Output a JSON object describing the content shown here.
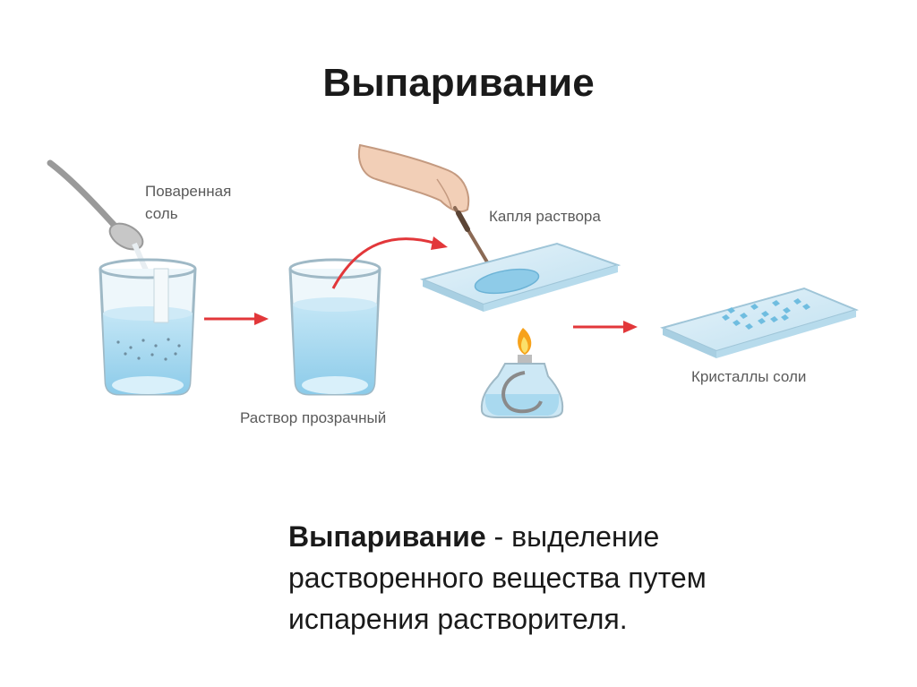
{
  "slide": {
    "title": "Выпаривание",
    "labels": {
      "salt_line1": "Поваренная",
      "salt_line2": "соль",
      "solution_clear": "Раствор прозрачный",
      "solution_drop": "Капля раствора",
      "salt_crystals": "Кристаллы соли"
    },
    "definition": {
      "term": "Выпаривание",
      "text": " - выделение растворенного вещества путем испарения растворителя."
    }
  },
  "colors": {
    "water": "#a9d9ef",
    "glass": "#dbeef6",
    "arrow": "#e2373a",
    "flame": "#f7a21b",
    "crystal": "#6fbde0"
  }
}
